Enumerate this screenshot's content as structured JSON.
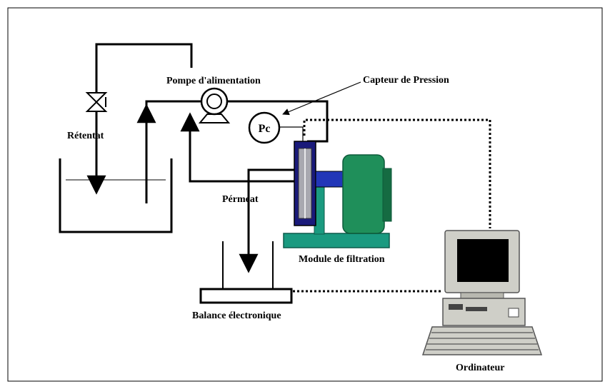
{
  "labels": {
    "pump": "Pompe d'alimentation",
    "pressure_sensor": "Capteur de Pression",
    "pressure_gauge": "Pc",
    "retentate": "Rétentat",
    "permeate": "Pérmeat",
    "filtration_module": "Module de filtration",
    "balance": "Balance électronique",
    "computer": "Ordinateur"
  },
  "colors": {
    "line": "#000000",
    "module_navy": "#1a1a7a",
    "module_blue": "#2236b8",
    "module_gray": "#a8a8b0",
    "motor_green": "#1f8f5a",
    "motor_green_dark": "#156b42",
    "base_teal": "#1a9a80",
    "computer_beige": "#cfcfc8",
    "screen_dark": "#000000"
  }
}
